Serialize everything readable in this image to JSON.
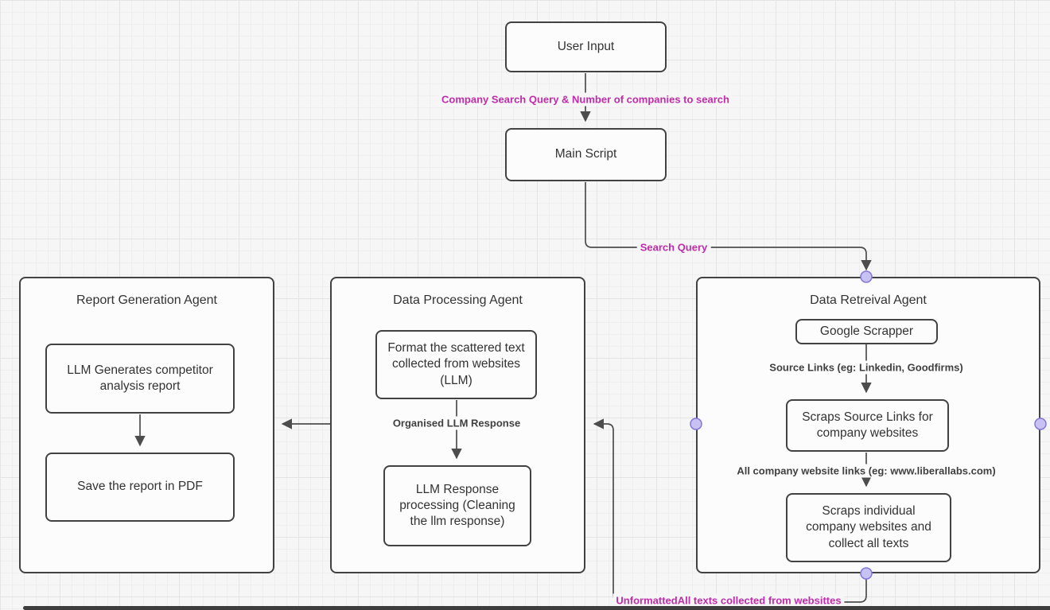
{
  "flow": {
    "user_input": "User Input",
    "label_user_to_main": "Company Search Query & Number of companies to search",
    "main_script": "Main Script",
    "label_search_query": "Search Query",
    "label_bottom": "UnformattedAll texts collected from websittes"
  },
  "report": {
    "title": "Report Generation Agent",
    "node1": "LLM Generates competitor analysis report",
    "node2": "Save the report in PDF"
  },
  "processing": {
    "title": "Data Processing Agent",
    "node1": "Format the scattered text collected from websites (LLM)",
    "label1": "Organised LLM Response",
    "node2": "LLM Response processing (Cleaning the llm response)"
  },
  "retreival": {
    "title": "Data Retreival Agent",
    "node1": "Google Scrapper",
    "label1": "Source Links (eg: Linkedin, Goodfirms)",
    "node2": "Scraps Source Links for company websites",
    "label2": "All company website links (eg: www.liberallabs.com)",
    "node3": "Scraps individual company websites and collect all texts"
  },
  "colors": {
    "canvas_bg": "#f6f6f6",
    "grid_minor": "#eeeeee",
    "grid_major": "#e4e4e4",
    "node_fill": "#fcfcfc",
    "node_border": "#424242",
    "text": "#333333",
    "label_dark": "#3f3f3f",
    "accent_magenta": "#bf2daa",
    "edge": "#4d4d4d",
    "dot_fill": "#c8c2f4",
    "dot_stroke": "#8377d9",
    "bottom_bar": "#3d3d3d"
  }
}
